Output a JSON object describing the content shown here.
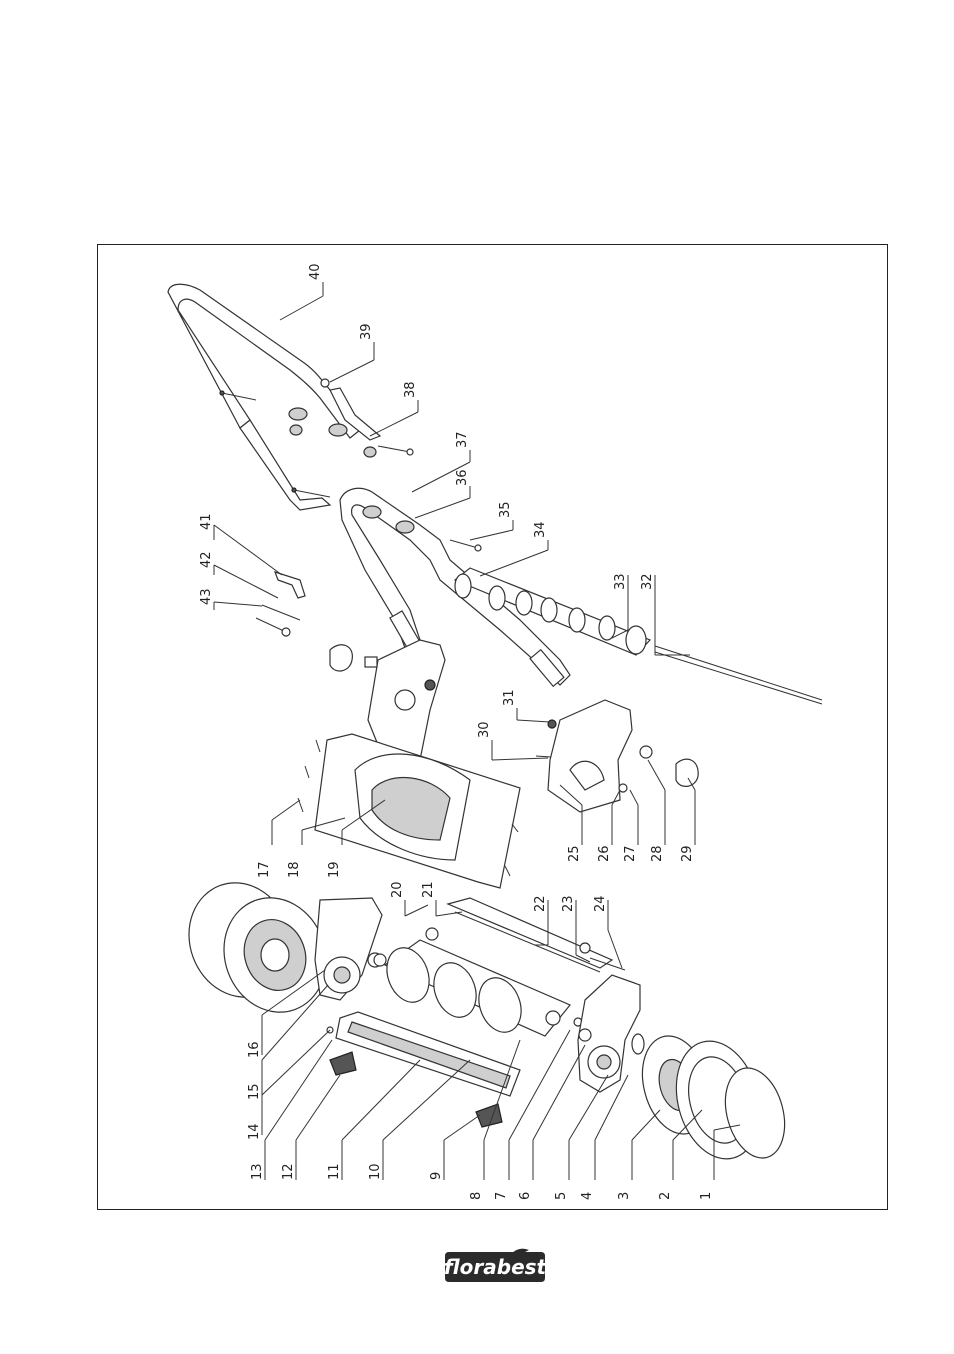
{
  "diagram": {
    "callouts": [
      "1",
      "2",
      "3",
      "4",
      "5",
      "6",
      "7",
      "8",
      "9",
      "10",
      "11",
      "12",
      "13",
      "14",
      "15",
      "16",
      "17",
      "18",
      "19",
      "20",
      "21",
      "22",
      "23",
      "24",
      "25",
      "26",
      "27",
      "28",
      "29",
      "30",
      "31",
      "32",
      "33",
      "34",
      "35",
      "36",
      "37",
      "38",
      "39",
      "40",
      "41",
      "42",
      "43"
    ]
  },
  "footer": {
    "brand": "florabest"
  }
}
